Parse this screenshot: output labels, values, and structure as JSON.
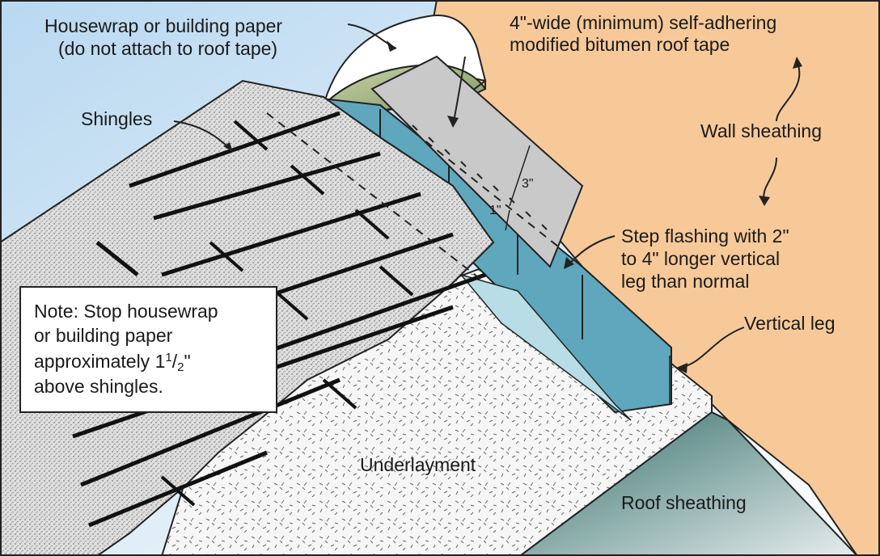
{
  "labels": {
    "housewrap_line1": "Housewrap or building paper",
    "housewrap_line2": "(do not attach to roof tape)",
    "tape_line1": "4\"-wide (minimum) self-adhering",
    "tape_line2": "modified bitumen roof tape",
    "shingles": "Shingles",
    "wall_sheathing": "Wall sheathing",
    "dim_3": "3\"",
    "dim_1": "1\"",
    "step_line1": "Step flashing with 2\"",
    "step_line2": "to 4\" longer vertical",
    "step_line3": "leg than normal",
    "vertical_leg": "Vertical leg",
    "underlayment": "Underlayment",
    "roof_sheathing": "Roof sheathing"
  },
  "note": {
    "line1": "Note: Stop housewrap",
    "line2": "or building paper",
    "line3_prefix": "approximately 1",
    "line3_sup": "1",
    "line3_slash": "/",
    "line3_sub": "2",
    "line3_suffix": "\"",
    "line4": "above shingles."
  },
  "colors": {
    "sky": "#cfe3f3",
    "wall": "#f7c999",
    "flashing": "#5fa7bd",
    "flashing_light": "#b9dde6",
    "tape": "#c9c9c9",
    "housewrap": "#a9b98a",
    "shingle": "#dcdcdc",
    "underlayment": "#f4f4f4",
    "roof_sheathing": "#4f7f7a"
  }
}
